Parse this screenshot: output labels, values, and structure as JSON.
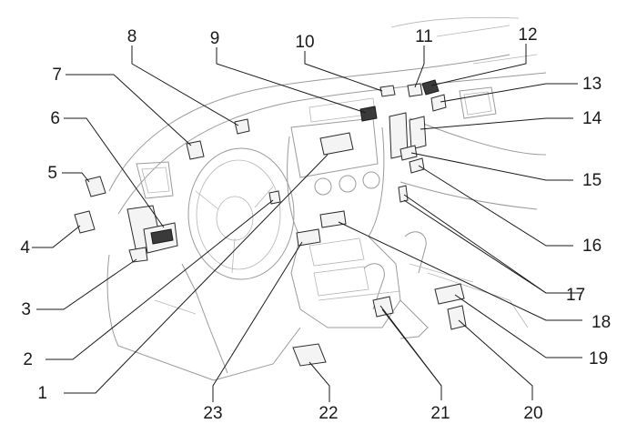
{
  "diagram": {
    "callouts": [
      {
        "id": 1,
        "label": "1"
      },
      {
        "id": 2,
        "label": "2"
      },
      {
        "id": 3,
        "label": "3"
      },
      {
        "id": 4,
        "label": "4"
      },
      {
        "id": 5,
        "label": "5"
      },
      {
        "id": 6,
        "label": "6"
      },
      {
        "id": 7,
        "label": "7"
      },
      {
        "id": 8,
        "label": "8"
      },
      {
        "id": 9,
        "label": "9"
      },
      {
        "id": 10,
        "label": "10"
      },
      {
        "id": 11,
        "label": "11"
      },
      {
        "id": 12,
        "label": "12"
      },
      {
        "id": 13,
        "label": "13"
      },
      {
        "id": 14,
        "label": "14"
      },
      {
        "id": 15,
        "label": "15"
      },
      {
        "id": 16,
        "label": "16"
      },
      {
        "id": 17,
        "label": "17"
      },
      {
        "id": 18,
        "label": "18"
      },
      {
        "id": 19,
        "label": "19"
      },
      {
        "id": 20,
        "label": "20"
      },
      {
        "id": 21,
        "label": "21"
      },
      {
        "id": 22,
        "label": "22"
      },
      {
        "id": 23,
        "label": "23"
      }
    ],
    "colors": {
      "background": "#ffffff",
      "outline": "#9a9a9a",
      "leader": "#1a1a1a",
      "text": "#1a1a1a"
    }
  }
}
